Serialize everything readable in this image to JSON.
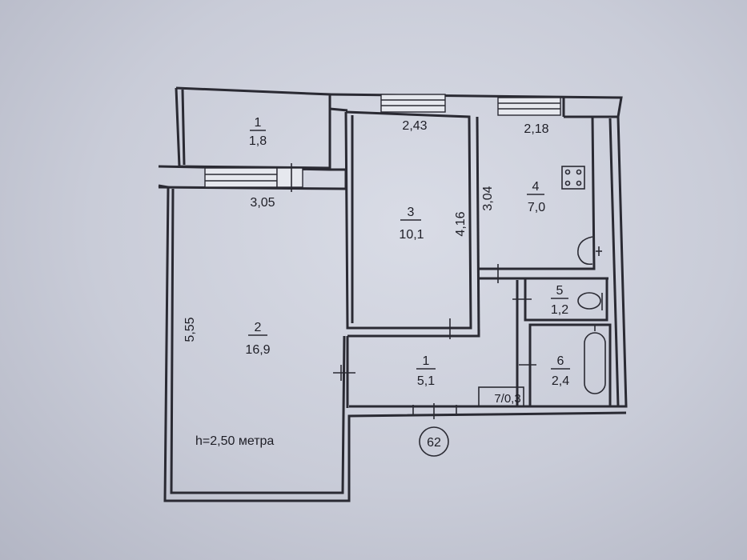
{
  "rooms": [
    {
      "id": "balcony",
      "number": "1",
      "area": "1,8"
    },
    {
      "id": "living-room",
      "number": "2",
      "area": "16,9"
    },
    {
      "id": "bedroom",
      "number": "3",
      "area": "10,1"
    },
    {
      "id": "kitchen",
      "number": "4",
      "area": "7,0"
    },
    {
      "id": "toilet",
      "number": "5",
      "area": "1,2"
    },
    {
      "id": "bathroom",
      "number": "6",
      "area": "2,4"
    },
    {
      "id": "hallway",
      "number": "1",
      "area": "5,1"
    },
    {
      "id": "closet",
      "label": "7/0,3"
    }
  ],
  "dimensions": {
    "bedroom_width": "2,43",
    "kitchen_width": "2,18",
    "living_width": "3,05",
    "bedroom_depth": "4,16",
    "kitchen_depth": "3,04",
    "living_depth": "5,55"
  },
  "ceiling_height": "h=2,50 метра",
  "apartment_number": "62"
}
